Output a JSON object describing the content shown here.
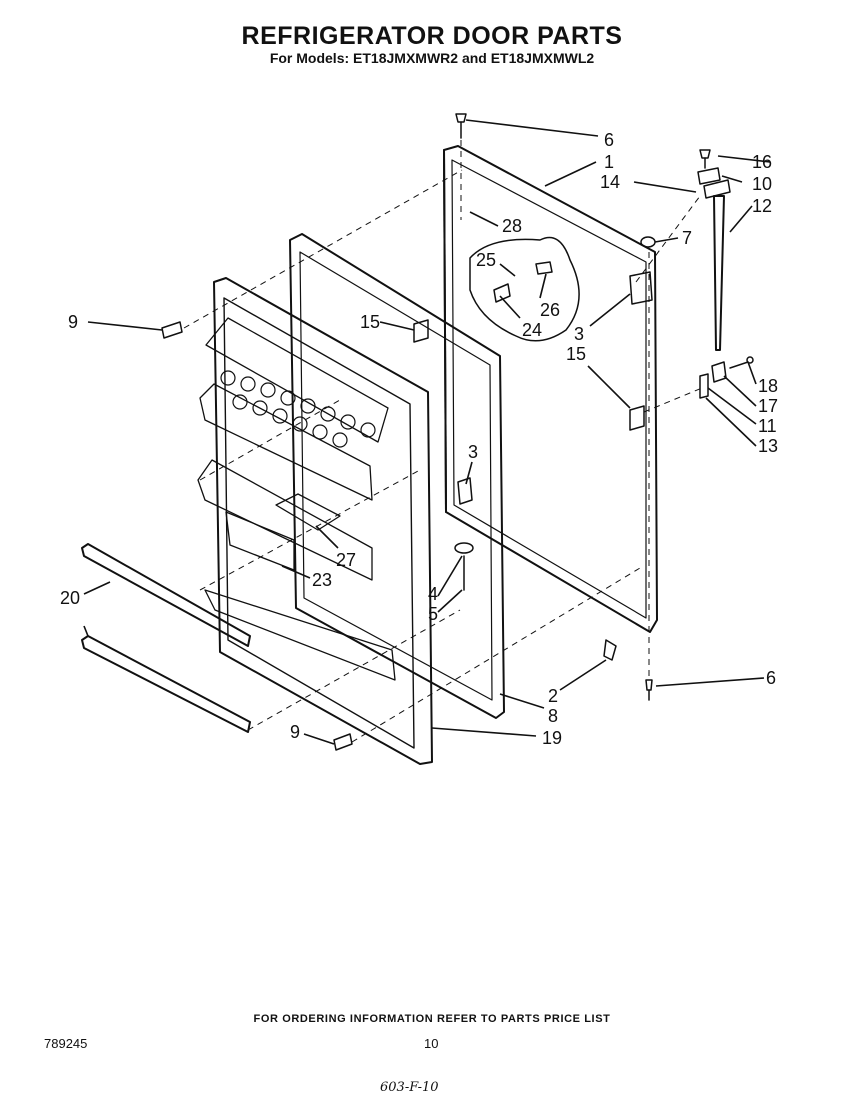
{
  "header": {
    "title": "REFRIGERATOR DOOR PARTS",
    "subtitle": "For Models: ET18JMXMWR2 and ET18JMXMWL2"
  },
  "callouts": [
    "6",
    "1",
    "16",
    "14",
    "10",
    "12",
    "28",
    "7",
    "25",
    "26",
    "9",
    "15",
    "24",
    "3",
    "15",
    "18",
    "17",
    "11",
    "13",
    "3",
    "27",
    "23",
    "20",
    "4",
    "5",
    "2",
    "6",
    "8",
    "9",
    "19"
  ],
  "footer": {
    "ordering_note": "FOR ORDERING INFORMATION REFER TO PARTS PRICE LIST",
    "catalog_number": "789245",
    "page_number": "10",
    "handwritten_mark": "603-F-10"
  }
}
